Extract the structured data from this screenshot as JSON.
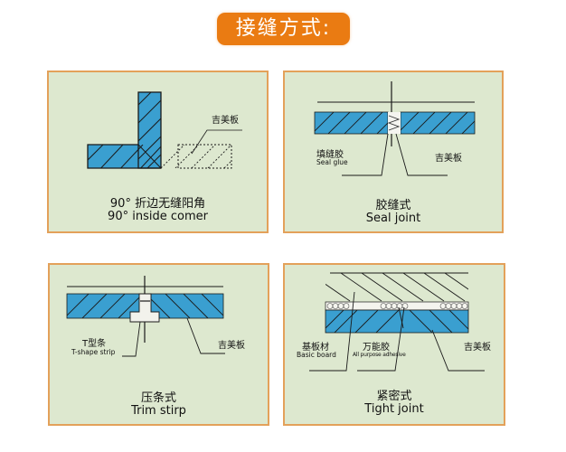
{
  "title": "接缝方式:",
  "colors": {
    "title_bg": "#ea7b12",
    "panel_bg": "#dde8cf",
    "panel_border": "#e3a15a",
    "board_fill": "#3a9fd0",
    "line": "#1a1a1a"
  },
  "panels": [
    {
      "id": "inside-corner",
      "caption_zh": "90°  折边无缝阳角",
      "caption_en": "90°  inside comer",
      "labels": [
        {
          "zh": "吉美板"
        }
      ]
    },
    {
      "id": "seal-joint",
      "caption_zh": "胶缝式",
      "caption_en": "Seal joint",
      "labels": [
        {
          "zh": "填缝胶",
          "en": "Seal glue"
        },
        {
          "zh": "吉美板"
        }
      ]
    },
    {
      "id": "trim-strip",
      "caption_zh": "压条式",
      "caption_en": "Trim stirp",
      "labels": [
        {
          "zh": "T型条",
          "en": "T-shape strip"
        },
        {
          "zh": "吉美板"
        }
      ]
    },
    {
      "id": "tight-joint",
      "caption_zh": "紧密式",
      "caption_en": "Tight joint",
      "labels": [
        {
          "zh": "基板材",
          "en": "Basic board"
        },
        {
          "zh": "万能胶",
          "en": "All purpose adhesive"
        },
        {
          "zh": "吉美板"
        }
      ]
    }
  ]
}
